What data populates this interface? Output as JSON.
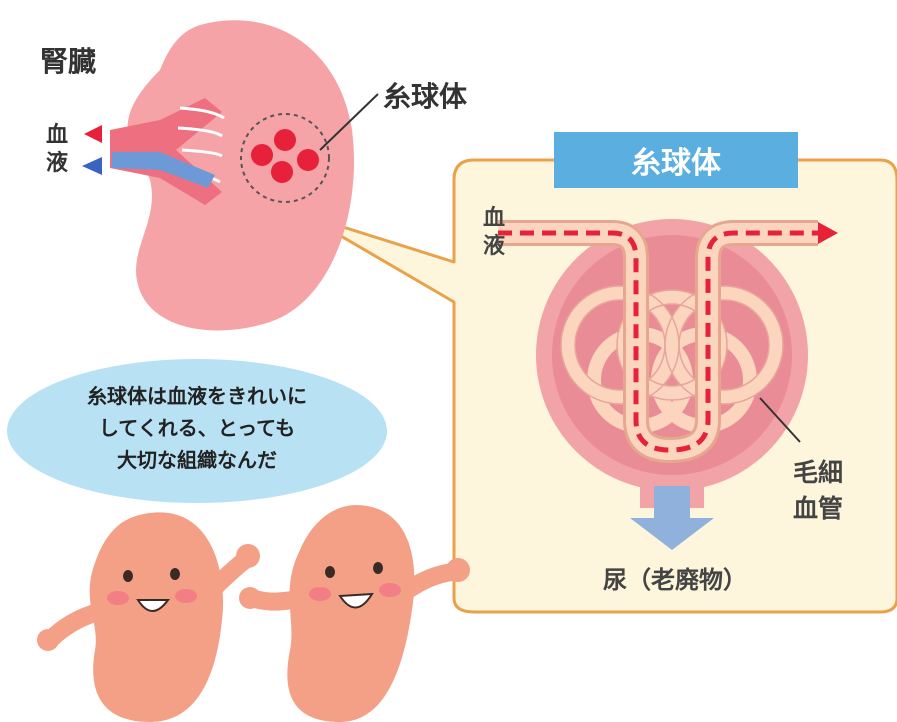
{
  "labels": {
    "kidney": "腎臓",
    "blood_left": [
      "血",
      "液"
    ],
    "glomerulus_callout": "糸球体",
    "zoom_title": "糸球体",
    "blood_right": [
      "血",
      "液"
    ],
    "capillary": [
      "毛細",
      "血管"
    ],
    "urine": "尿（老廃物）"
  },
  "speech_bubble": [
    "糸球体は血液をきれいに",
    "してくれる、とっても",
    "大切な組織なんだ"
  ],
  "colors": {
    "kidney_pink": "#f5a3a6",
    "capillary_cream": "#fbd5bd",
    "blood_red": "#e8213a",
    "return_blue": "#5a8fd0",
    "panel_bg": "#fdf6dc",
    "panel_border": "#e9a24a",
    "header_blue": "#5aaee0",
    "bubble_blue": "#b9e1f4",
    "character_orange": "#f4a087",
    "urine_arrow": "#8fb1dc"
  }
}
